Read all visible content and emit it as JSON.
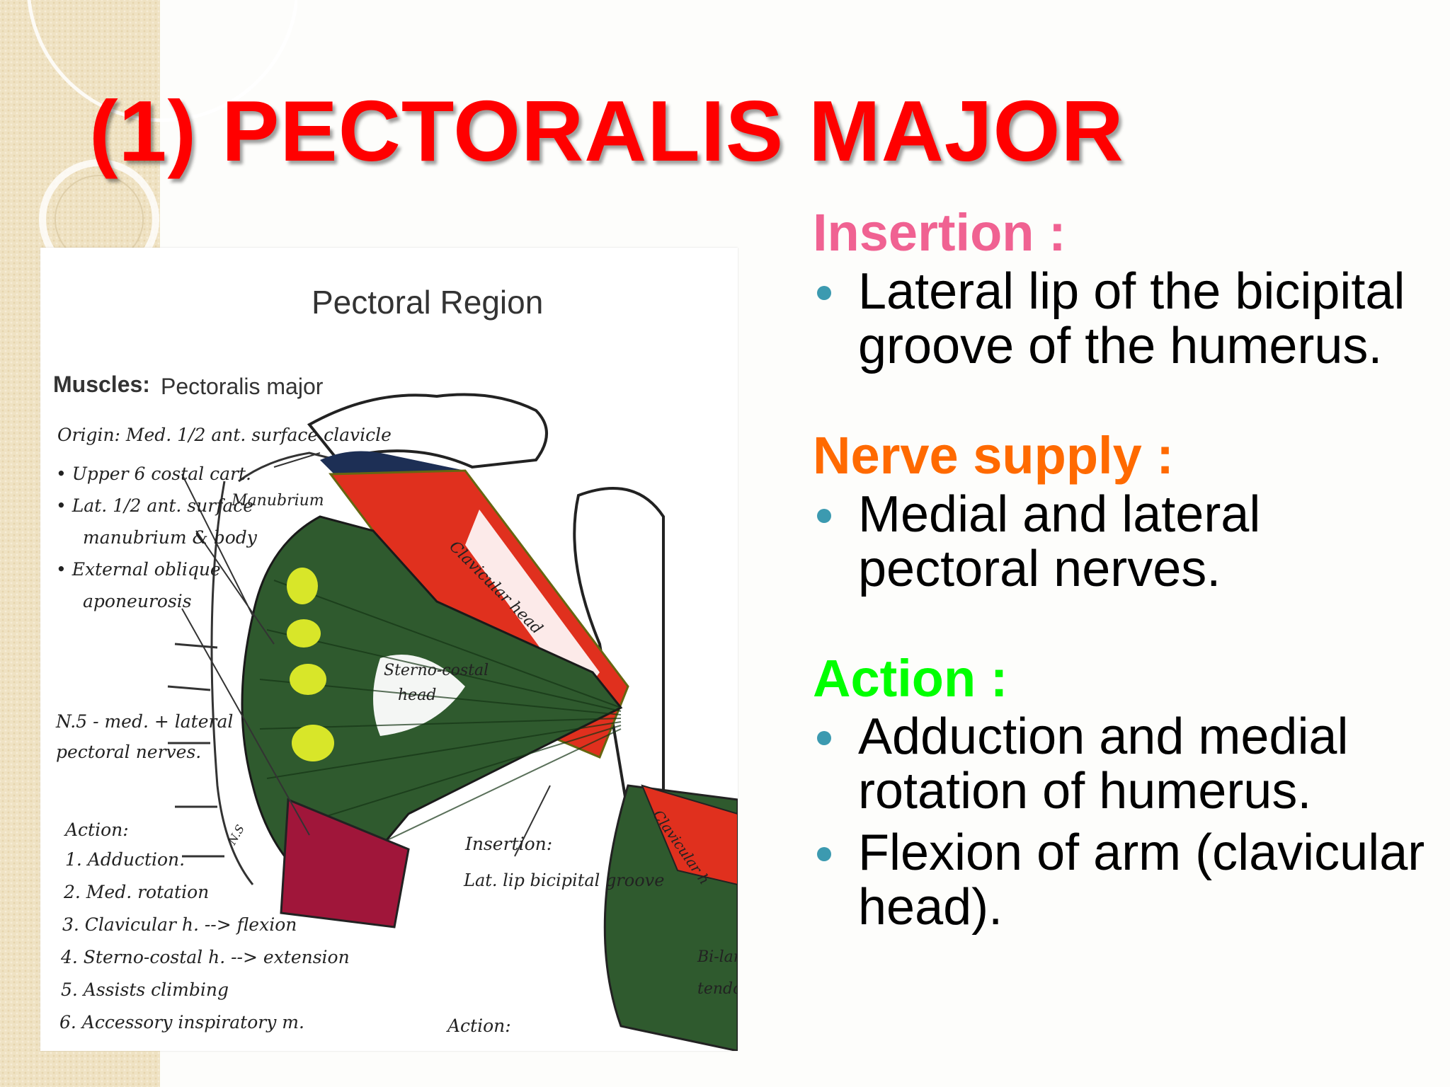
{
  "slide": {
    "title": "(1) PECTORALIS MAJOR",
    "colors": {
      "title": "#ff0000",
      "insertion_heading": "#f06292",
      "nerve_heading": "#ff6a00",
      "action_heading": "#00ff00",
      "bullet": "#3c9ab0"
    }
  },
  "figure": {
    "heading": "Pectoral Region",
    "muscles_label": "Muscles:",
    "muscles_value": "Pectoralis major",
    "origin": [
      "Origin:  Med. 1/2 ant. surface clavicle",
      "• Upper 6 costal cart.",
      "• Lat. 1/2 ant. surface",
      "manubrium & body",
      "• External oblique",
      "aponeurosis"
    ],
    "labels": {
      "manubrium": "Manubrium",
      "clavicular_head": "Clavicular head",
      "sterno_costal_head_1": "Sterno-costal",
      "sterno_costal_head_2": "head",
      "clavicular_small": "Clavicular h",
      "ns": "N.S",
      "bilam_1": "Bi-lam",
      "bilam_2": "tendon"
    },
    "nerve": [
      "N.5 - med. + lateral",
      "pectoral nerves."
    ],
    "action_title": "Action:",
    "actions": [
      "1. Adduction.",
      "2. Med. rotation",
      "3. Clavicular h. --> flexion",
      "4. Sterno-costal h. --> extension",
      "5. Assists climbing",
      "6. Accessory inspiratory m."
    ],
    "insertion_title": "Insertion:",
    "insertion_text": "Lat. lip bicipital groove",
    "action_title_2": "Action:"
  },
  "notes": {
    "insertion": {
      "heading": "Insertion :",
      "bullets": [
        "Lateral lip of the bicipital groove of the humerus."
      ]
    },
    "nerve": {
      "heading": "Nerve supply :",
      "bullets": [
        "Medial and lateral pectoral nerves."
      ]
    },
    "action": {
      "heading": "Action :",
      "bullets": [
        "Adduction and medial rotation of humerus.",
        "Flexion of arm (clavicular head)."
      ]
    }
  }
}
